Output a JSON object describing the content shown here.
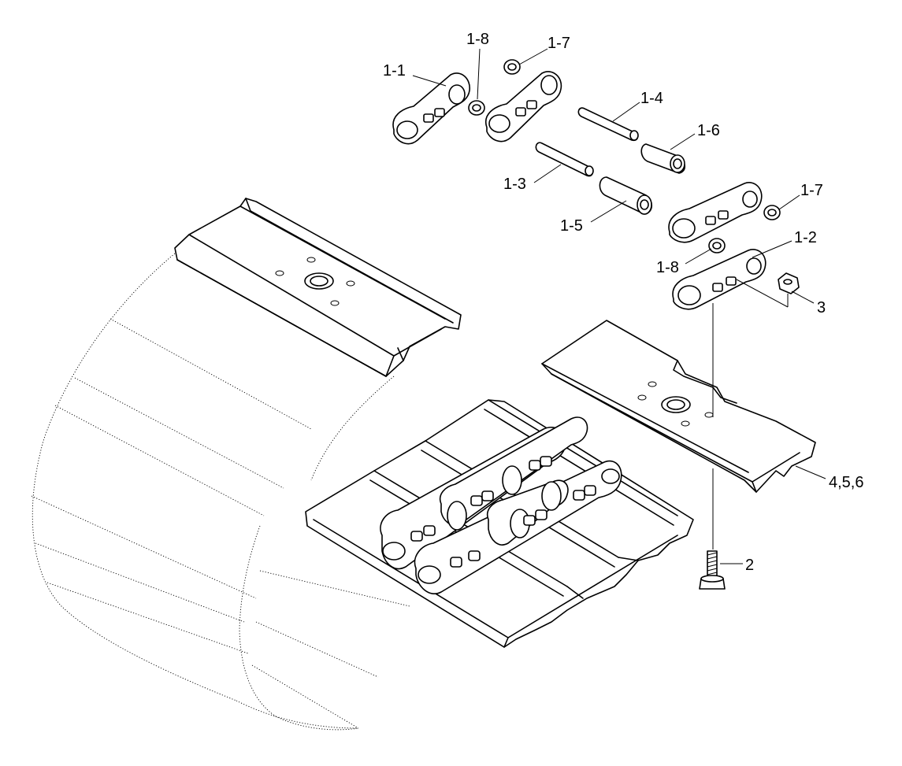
{
  "labels": {
    "l_1_1": "1-1",
    "l_1_8_top": "1-8",
    "l_1_7_top": "1-7",
    "l_1_4": "1-4",
    "l_1_6": "1-6",
    "l_1_3": "1-3",
    "l_1_5": "1-5",
    "l_1_7_right": "1-7",
    "l_1_2": "1-2",
    "l_1_8_right": "1-8",
    "l_3": "3",
    "l_4_5_6": "4,5,6",
    "l_2": "2"
  },
  "colors": {
    "line": "#000000",
    "background": "#ffffff"
  }
}
